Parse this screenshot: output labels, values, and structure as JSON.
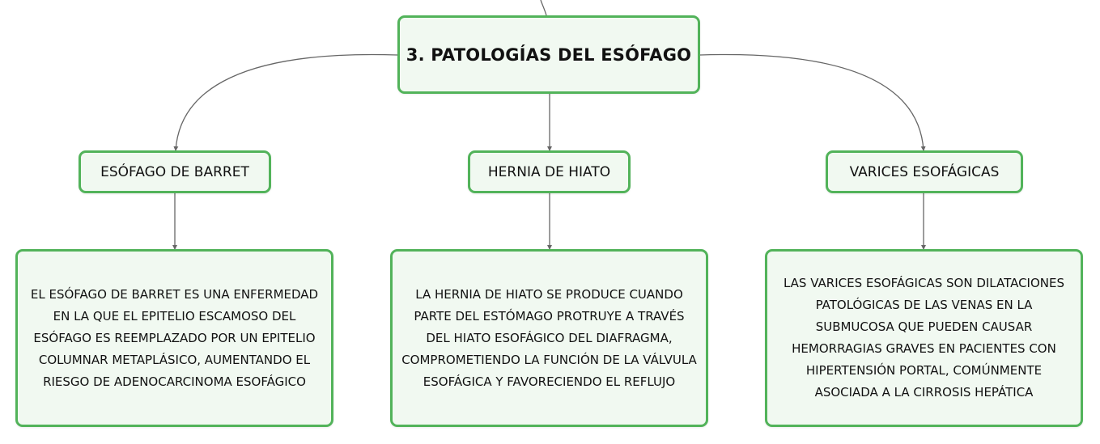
{
  "main": {
    "title": "3. PATOLOGÍAS DEL ESÓFAGO"
  },
  "topics": [
    {
      "label": "ESÓFAGO DE BARRET",
      "description": "EL ESÓFAGO DE BARRET ES UNA ENFERMEDAD EN LA QUE EL EPITELIO ESCAMOSO DEL ESÓFAGO ES REEMPLAZADO POR UN EPITELIO COLUMNAR METAPLÁSICO, AUMENTANDO EL RIESGO DE ADENOCARCINOMA ESOFÁGICO"
    },
    {
      "label": "HERNIA DE HIATO",
      "description": "LA HERNIA DE HIATO SE PRODUCE CUANDO PARTE DEL ESTÓMAGO PROTRUYE A TRAVÉS DEL HIATO ESOFÁGICO DEL DIAFRAGMA, COMPROMETIENDO LA FUNCIÓN DE LA VÁLVULA ESOFÁGICA Y FAVORECIENDO EL REFLUJO"
    },
    {
      "label": "VARICES ESOFÁGICAS",
      "description": "LAS VARICES ESOFÁGICAS SON DILATACIONES PATOLÓGICAS DE LAS VENAS EN LA SUBMUCOSA QUE PUEDEN CAUSAR HEMORRAGIAS GRAVES EN PACIENTES CON HIPERTENSIÓN PORTAL, COMÚNMENTE ASOCIADA A LA CIRROSIS HEPÁTICA"
    }
  ],
  "colors": {
    "node_border": "#52b35a",
    "node_fill": "#f1f9f1",
    "connector": "#666666"
  }
}
